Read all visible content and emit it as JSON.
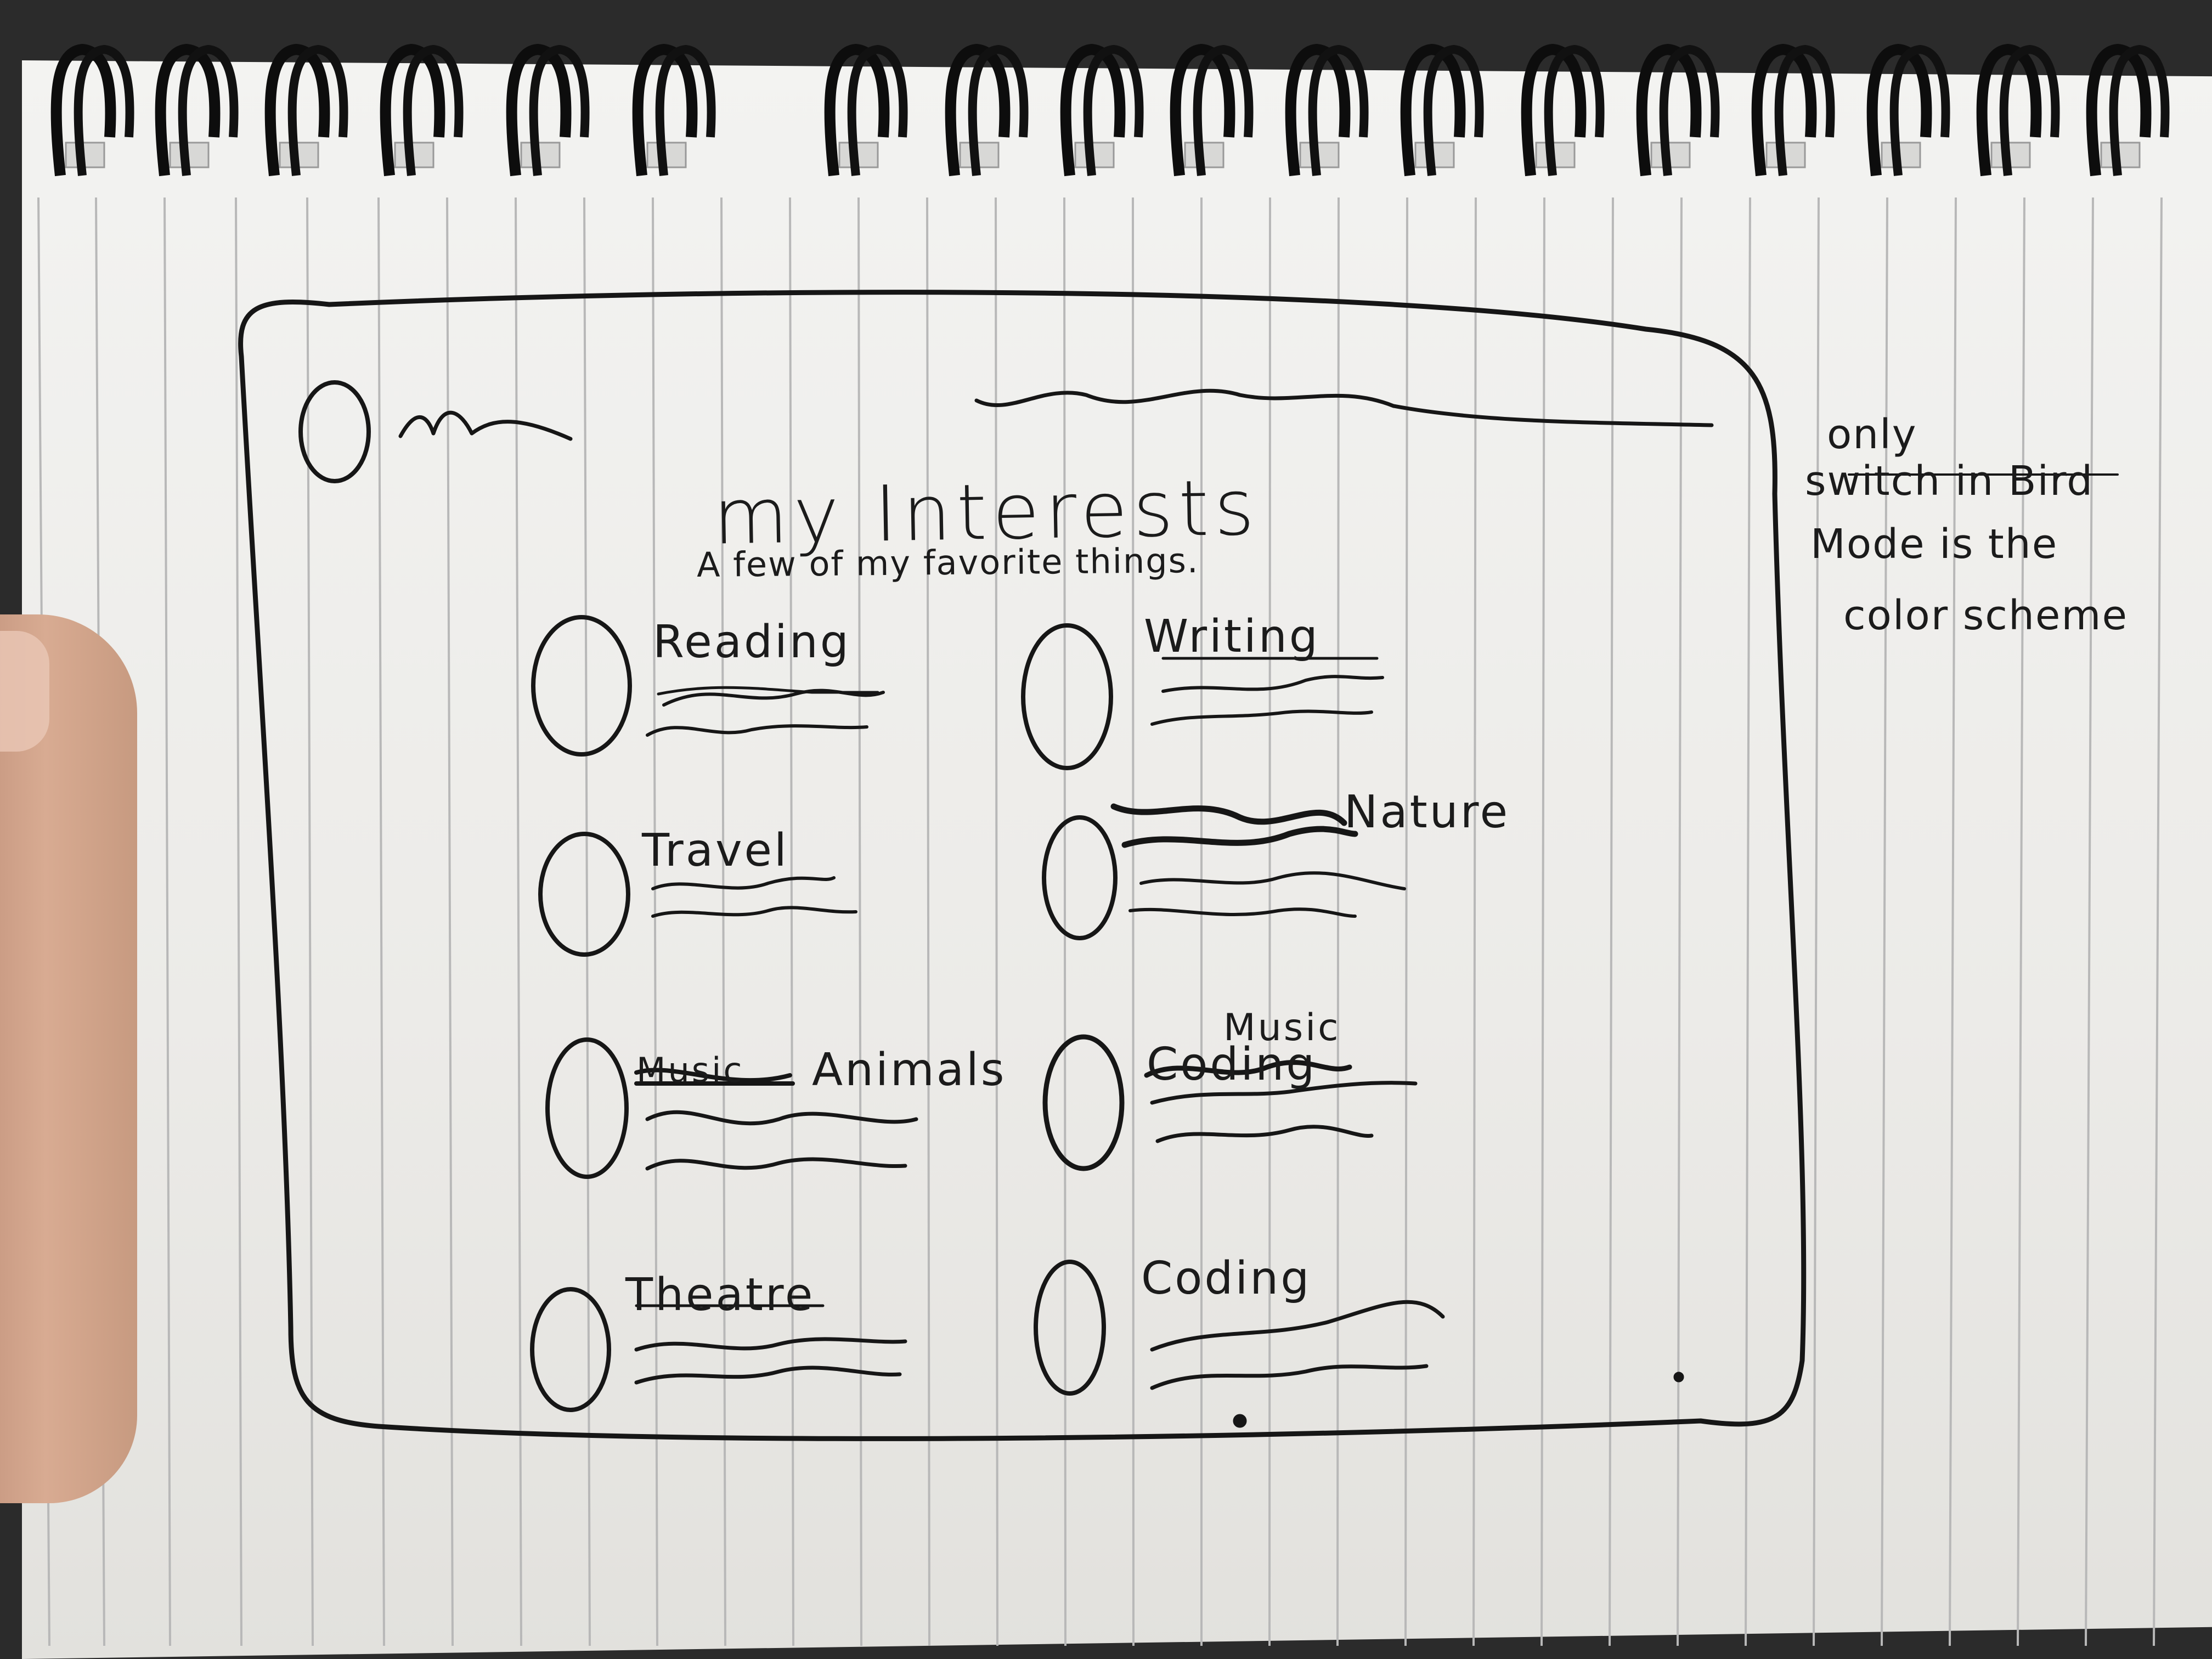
{
  "page": {
    "title": "my Interests",
    "subtitle": "A few of my favorite things."
  },
  "cards": [
    {
      "label": "Reading"
    },
    {
      "label": "Writing"
    },
    {
      "label": "Travel"
    },
    {
      "label": "Nature"
    },
    {
      "label": "Animals",
      "struck_label": "Music"
    },
    {
      "label": "Coding",
      "overwritten_with": "Music"
    },
    {
      "label": "Theatre"
    },
    {
      "label": "Coding"
    }
  ],
  "side_note": {
    "lines": [
      "only",
      "switch in Bird",
      "Mode is the",
      "color scheme"
    ]
  }
}
